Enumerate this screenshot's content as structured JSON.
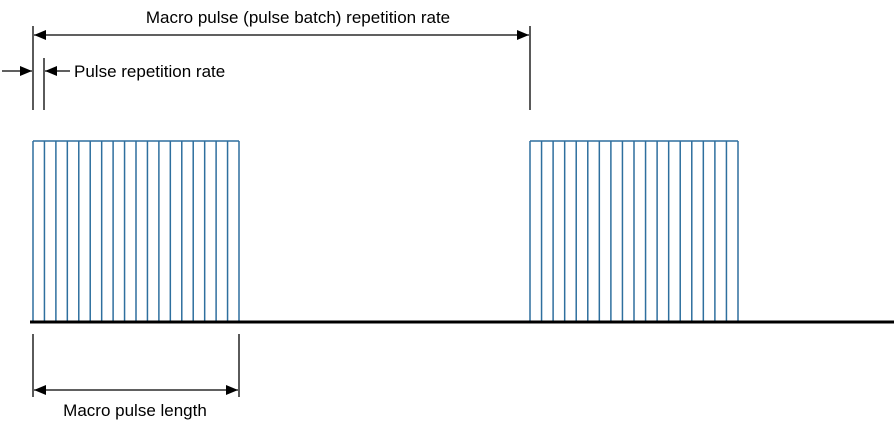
{
  "labels": {
    "macro_repetition": "Macro pulse (pulse batch) repetition rate",
    "pulse_repetition": "Pulse repetition rate",
    "macro_length": "Macro pulse length"
  },
  "colors": {
    "pulse": "#2e6f9e",
    "line": "#000000"
  },
  "pulse_train": {
    "pulses_per_batch": 18,
    "batch_count": 2
  }
}
